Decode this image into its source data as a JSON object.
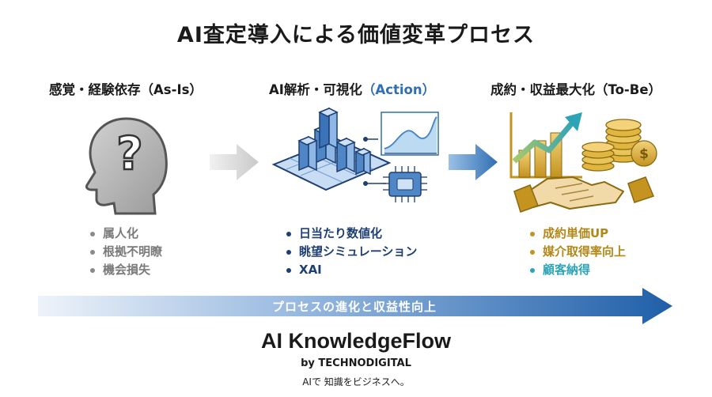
{
  "title": "AI査定導入による価値変革プロセス",
  "columns": [
    {
      "heading": "感覚・経験依存（As-Is）",
      "bullets": [
        "属人化",
        "根拠不明瞭",
        "機会損失"
      ],
      "icon": "question-head-icon"
    },
    {
      "heading_main": "AI解析・可視化",
      "heading_accent": "（Action）",
      "bullets": [
        "日当たり数値化",
        "眺望シミュレーション",
        "XAI"
      ],
      "icon": "3d-city-analysis-icon"
    },
    {
      "heading": "成約・収益最大化（To-Be）",
      "bullets": [
        "成約単価UP",
        "媒介取得率向上",
        "顧客納得"
      ],
      "icon": "growth-handshake-coins-icon"
    }
  ],
  "flow_label": "プロセスの進化と収益性向上",
  "brand": {
    "name": "AI KnowledgeFlow",
    "by_prefix": "by ",
    "by_company": "TECHNODIGITAL",
    "tagline": "AIで 知識をビジネスへ。"
  },
  "colors": {
    "accent_blue": "#2f6fb3",
    "navy": "#1d3f73",
    "gold": "#c49320",
    "teal": "#2da3b8",
    "gray": "#7a7a7a"
  }
}
